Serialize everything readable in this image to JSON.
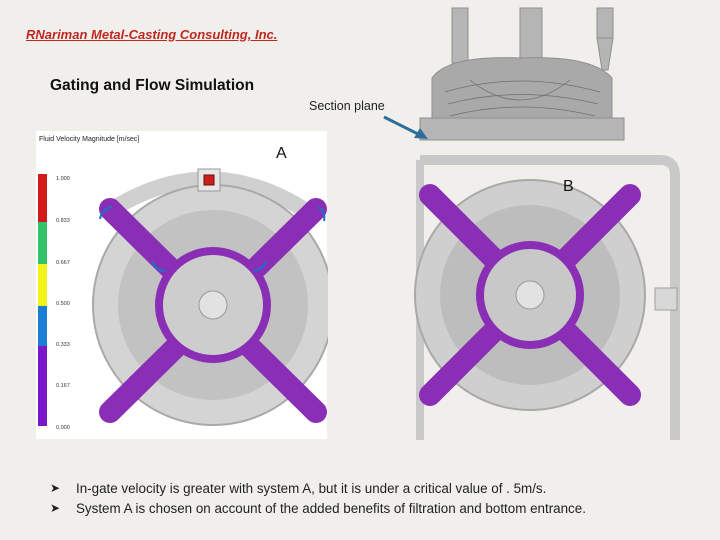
{
  "header": {
    "company": "RNariman Metal-Casting Consulting, Inc.",
    "title": "Gating and Flow Simulation"
  },
  "annotations": {
    "section_plane": "Section plane",
    "system_a": "A",
    "system_b": "B"
  },
  "legend": {
    "title": "Fluid Velocity Magnitude [m/sec]",
    "ticks": [
      "1.000",
      "0.833",
      "0.667",
      "0.500",
      "0.333",
      "0.167",
      "0.000"
    ],
    "colors": [
      "#d11a1a",
      "#31c46a",
      "#f3f21a",
      "#1a7fd4",
      "#7a18c9"
    ]
  },
  "colors": {
    "runner": "#8a2fb5",
    "casting_gray": "#9a9a9a",
    "company_red": "#c0281f",
    "arrow_blue": "#2f6e9a"
  },
  "bullets": [
    "In-gate velocity is greater with system A, but it is under a critical value of . 5m/s.",
    "System A is chosen on account of the added benefits of filtration and bottom entrance."
  ],
  "bullet_icon": "right-arrow-icon"
}
